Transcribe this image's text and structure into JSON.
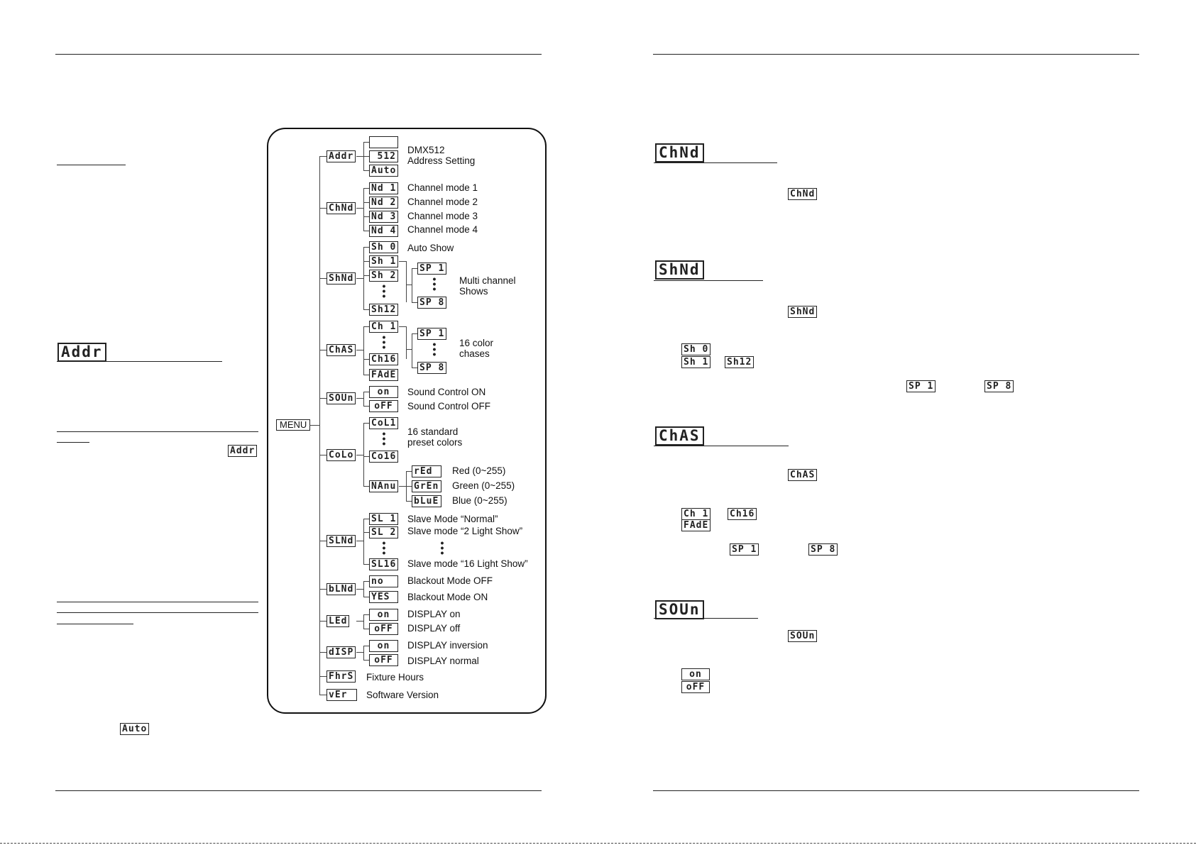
{
  "diagram": {
    "root_label": "MENU",
    "codes": {
      "addr": "Addr",
      "dmx_blank": "",
      "dmx_512": "512",
      "dmx_auto": "Auto",
      "chnd": "ChNd",
      "md1": "Nd 1",
      "md2": "Nd 2",
      "md3": "Nd 3",
      "md4": "Nd 4",
      "shnd": "ShNd",
      "sh0": "Sh 0",
      "sh1": "Sh 1",
      "sh2": "Sh 2",
      "sh12": "Sh12",
      "sp1": "SP 1",
      "sp8": "SP 8",
      "chas": "ChAS",
      "ch1": "Ch 1",
      "ch16": "Ch16",
      "fade": "FAdE",
      "csp1": "SP 1",
      "csp8": "SP 8",
      "soun": "SOUn",
      "on": "on",
      "off": "oFF",
      "colo": "CoLo",
      "col1": "CoL1",
      "col16": "Co16",
      "manu": "NAnu",
      "red": "rEd",
      "gren": "GrEn",
      "blue": "bLuE",
      "slnd": "SLNd",
      "sl1": "SL 1",
      "sl2": "SL 2",
      "sl16": "SL16",
      "blnd": "bLNd",
      "no": "no",
      "yes": "YES",
      "led": "LEd",
      "led_on": "on",
      "led_off": "oFF",
      "disp": "dISP",
      "disp_on": "on",
      "disp_off": "oFF",
      "fhrs": "FhrS",
      "ver": "vEr"
    },
    "labels": {
      "dmx1": "DMX512",
      "dmx2": "Address Setting",
      "cm1": "Channel mode 1",
      "cm2": "Channel mode 2",
      "cm3": "Channel mode 3",
      "cm4": "Channel mode 4",
      "auto_show": "Auto Show",
      "multi1": "Multi channel",
      "multi2": "Shows",
      "chase1": "16 color",
      "chase2": "chases",
      "snd_on": "Sound Control ON",
      "snd_off": "Sound Control OFF",
      "col1": "16 standard",
      "col2": "preset colors",
      "red": "Red (0~255)",
      "green": "Green (0~255)",
      "blue": "Blue (0~255)",
      "sl_normal": "Slave Mode “Normal”",
      "sl_2": "Slave mode “2 Light Show”",
      "sl_16": "Slave mode “16 Light Show”",
      "bo_off": "Blackout Mode OFF",
      "bo_on": "Blackout Mode ON",
      "disp_on": "DISPLAY on",
      "disp_off": "DISPLAY off",
      "disp_inv": "DISPLAY inversion",
      "disp_norm": "DISPLAY normal",
      "fixture_hours": "Fixture Hours",
      "sw_version": "Software Version"
    }
  },
  "left_text_icons": {
    "addr_heading": "Addr",
    "addr_inline": "Addr",
    "auto_inline": "Auto"
  },
  "right_sections": {
    "chnd": {
      "heading": "ChNd",
      "inline": "ChNd"
    },
    "shnd": {
      "heading": "ShNd",
      "inline": "ShNd",
      "sh0": "Sh 0",
      "sh1": "Sh 1",
      "sh12": "Sh12",
      "sp1": "SP 1",
      "sp8": "SP 8"
    },
    "chas": {
      "heading": "ChAS",
      "inline": "ChAS",
      "ch1": "Ch 1",
      "ch16": "Ch16",
      "fade": "FAdE",
      "sp1": "SP 1",
      "sp8": "SP 8"
    },
    "soun": {
      "heading": "SOUn",
      "inline": "SOUn",
      "on": "on",
      "off": "oFF"
    }
  }
}
